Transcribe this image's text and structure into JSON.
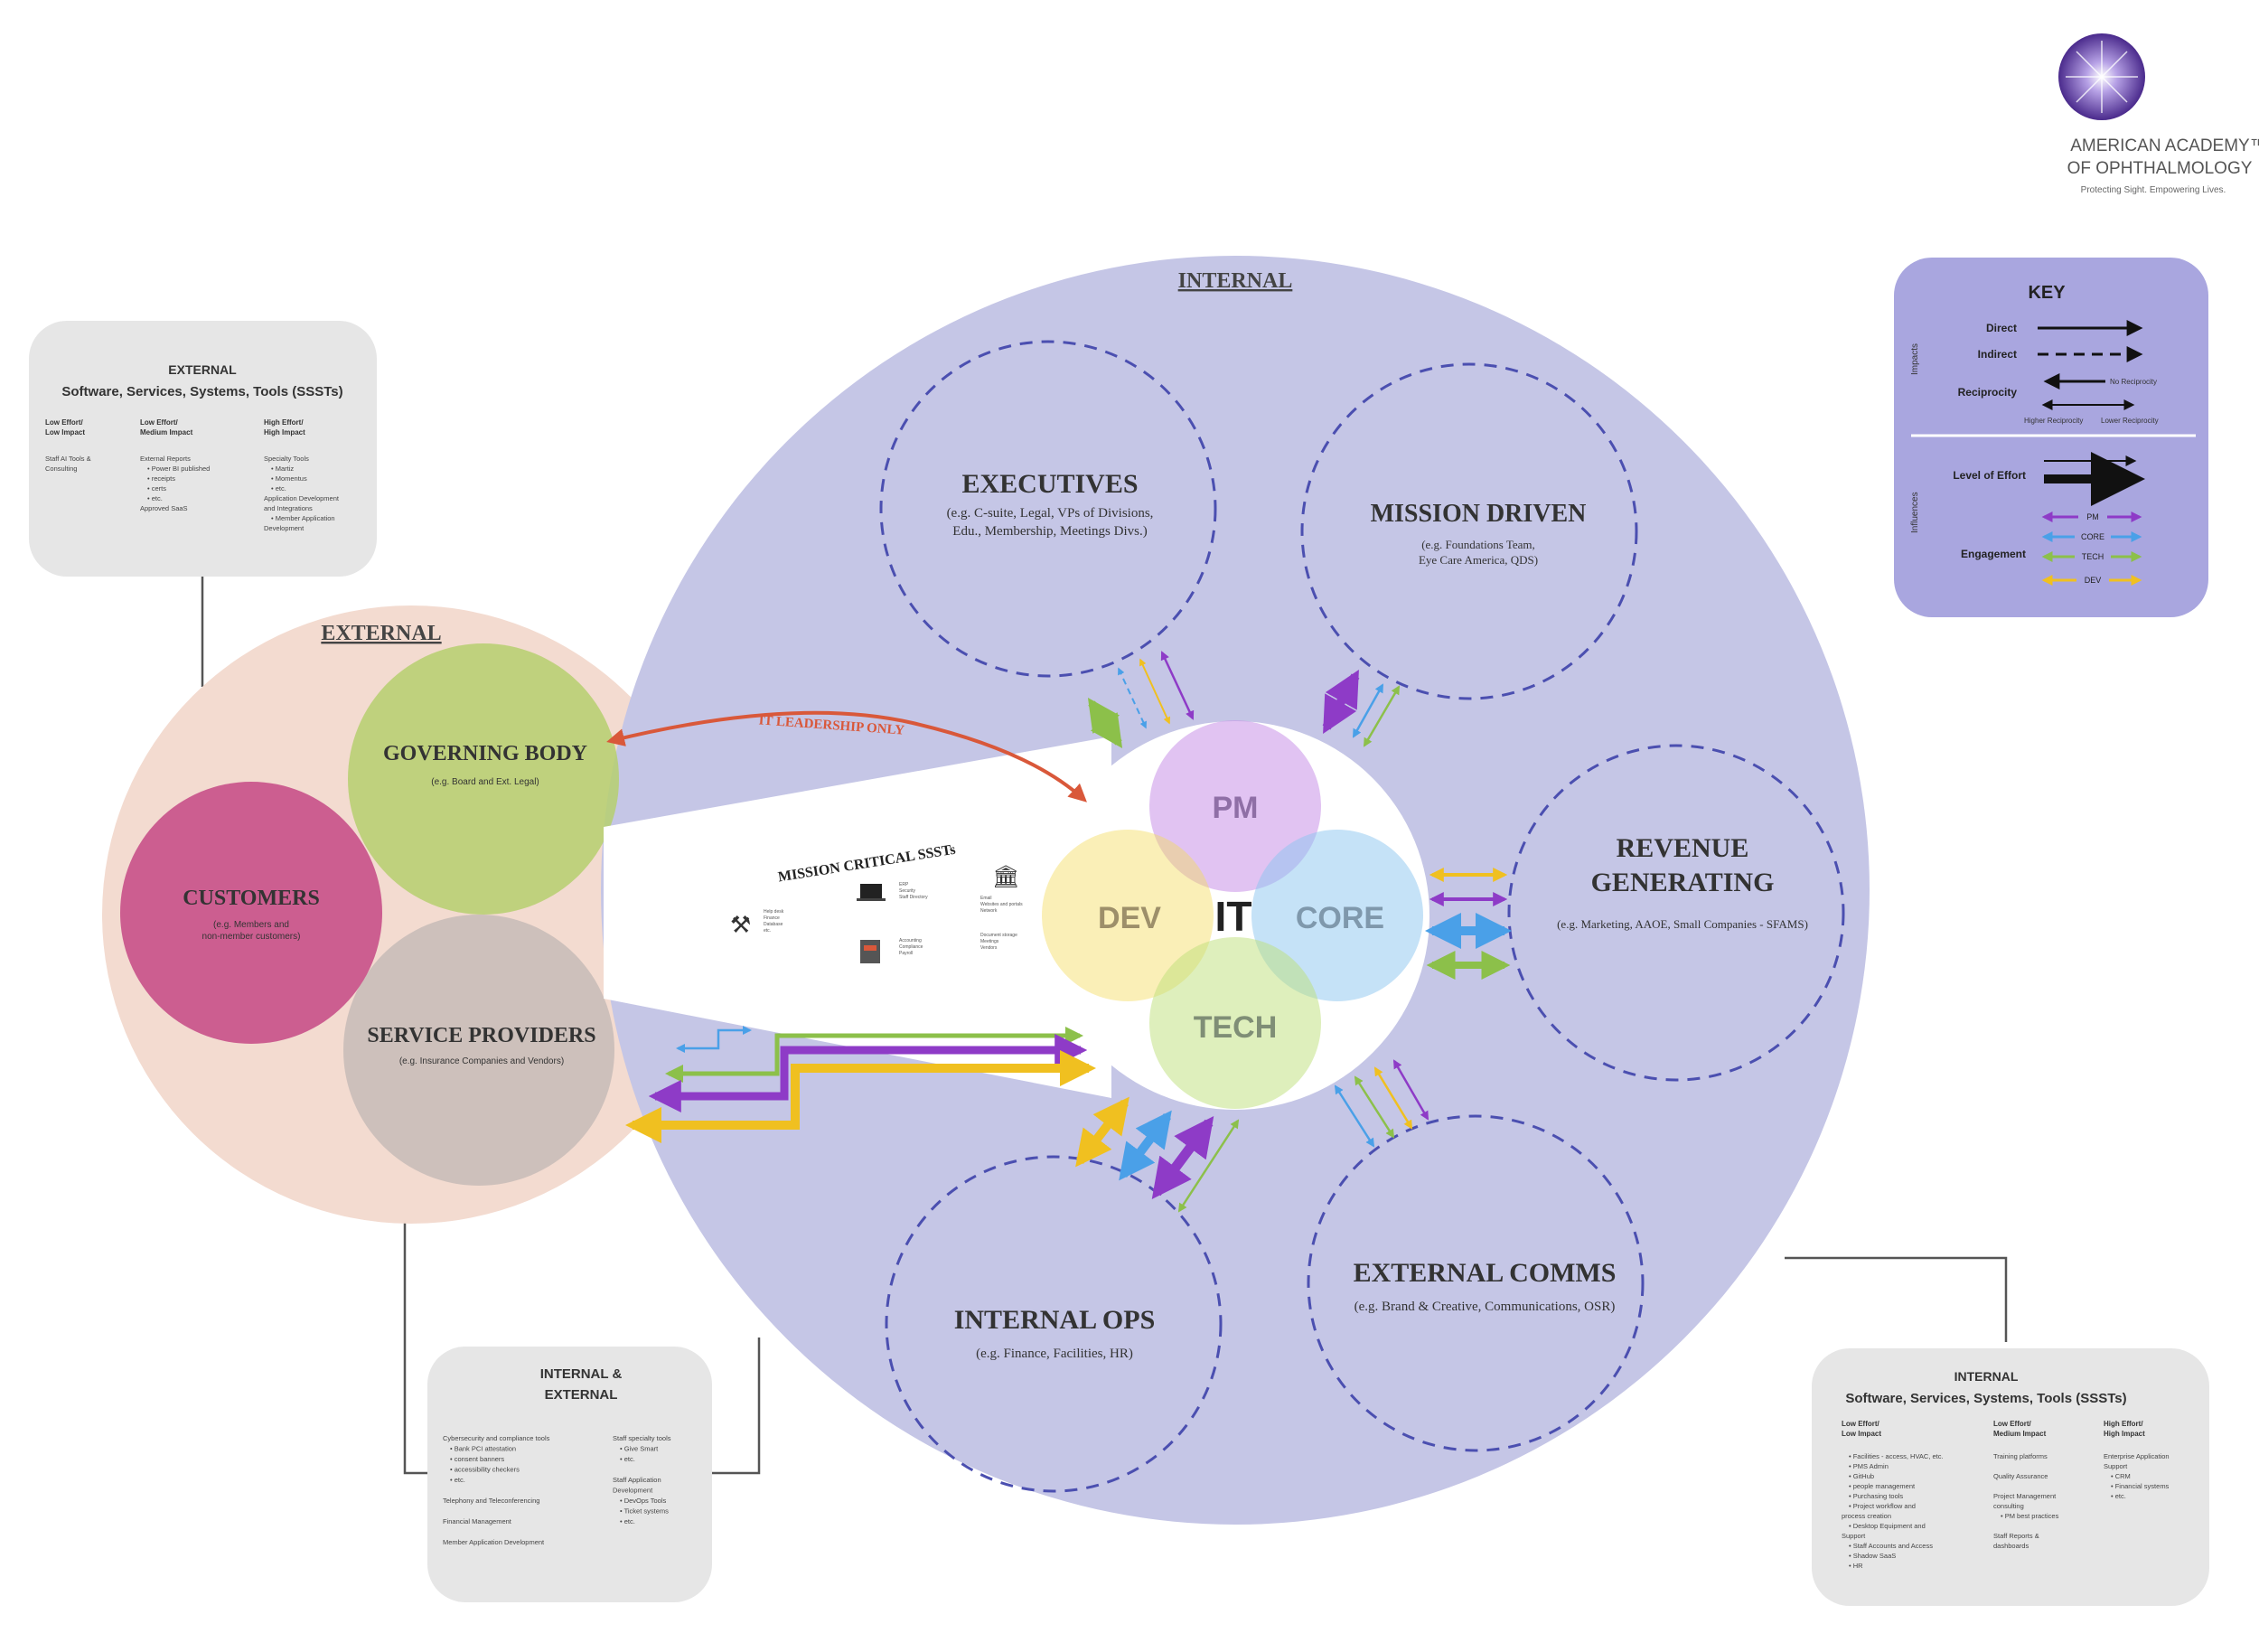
{
  "logo": {
    "org_line1": "AMERICAN ACADEMY™",
    "org_line2": "OF OPHTHALMOLOGY",
    "tagline": "Protecting Sight. Empowering Lives."
  },
  "internal_title": "INTERNAL",
  "external_title": "EXTERNAL",
  "it_leadership_label": "IT LEADERSHIP ONLY",
  "mission_critical_label": "MISSION CRITICAL SSSTs",
  "mission_critical_items": [
    "Help desk",
    "ERP",
    "Accounting",
    "Email",
    "Document storage",
    "Finance",
    "Security",
    "Compliance",
    "Websites and portals",
    "Meetings",
    "Database",
    "Staff Directory",
    "Payroll",
    "Network",
    "Vendors",
    "etc."
  ],
  "groups": {
    "executives": {
      "title": "EXECUTIVES",
      "line1": "(e.g. C-suite, Legal, VPs of Divisions,",
      "line2": "Edu., Membership, Meetings Divs.)"
    },
    "mission_driven": {
      "title": "MISSION DRIVEN",
      "line1": "(e.g. Foundations Team,",
      "line2": "Eye Care America, QDS)"
    },
    "revenue": {
      "title_line1": "REVENUE",
      "title_line2": "GENERATING",
      "line1": "(e.g. Marketing, AAOE, Small Companies - SFAMS)"
    },
    "external_comms": {
      "title": "EXTERNAL COMMS",
      "line1": "(e.g. Brand & Creative, Communications, OSR)"
    },
    "internal_ops": {
      "title": "INTERNAL OPS",
      "line1": "(e.g. Finance, Facilities, HR)"
    }
  },
  "external_groups": {
    "governing_body": {
      "title": "GOVERNING BODY",
      "sub": "(e.g. Board and Ext. Legal)"
    },
    "customers": {
      "title": "CUSTOMERS",
      "sub1": "(e.g. Members and",
      "sub2": "non-member customers)"
    },
    "service_providers": {
      "title": "SERVICE PROVIDERS",
      "sub": "(e.g. Insurance Companies and Vendors)"
    }
  },
  "it_core": {
    "center": "IT",
    "pm": "PM",
    "dev": "DEV",
    "core": "CORE",
    "tech": "TECH"
  },
  "key": {
    "title": "KEY",
    "impacts_label": "Impacts",
    "influences_label": "Influences",
    "direct": "Direct",
    "indirect": "Indirect",
    "reciprocity": "Reciprocity",
    "no_reciprocity": "No Reciprocity",
    "higher_reciprocity": "Higher Reciprocity",
    "lower_reciprocity": "Lower Reciprocity",
    "level_of_effort": "Level of Effort",
    "engagement": "Engagement",
    "pm": "PM",
    "core": "CORE",
    "tech": "TECH",
    "dev": "DEV"
  },
  "colors": {
    "internal_circle": "#c5c6e6",
    "external_circle": "#f3dbd0",
    "pm": "#8e3bc7",
    "core": "#4aa0e8",
    "tech": "#8cc04a",
    "dev": "#f0c020",
    "it_leadership": "#d9583a",
    "key_bg": "#a9a6df"
  },
  "box_external": {
    "title": "EXTERNAL",
    "subtitle": "Software, Services, Systems, Tools (SSSTs)",
    "col1_head1": "Low Effort/",
    "col1_head2": "Low Impact",
    "col2_head1": "Low Effort/",
    "col2_head2": "Medium Impact",
    "col3_head1": "High Effort/",
    "col3_head2": "High Impact",
    "col1_items": [
      "Staff AI Tools &",
      "Consulting"
    ],
    "col2_items": [
      "External Reports",
      "• Power BI published",
      "• receipts",
      "• certs",
      "• etc.",
      "Approved SaaS"
    ],
    "col3_items": [
      "Specialty Tools",
      "• Martiz",
      "• Momentus",
      "• etc.",
      "Application Development",
      "and Integrations",
      "• Member Application",
      "Development"
    ]
  },
  "box_int_ext": {
    "title1": "INTERNAL &",
    "title2": "EXTERNAL",
    "col1_items": [
      "Cybersecurity and compliance tools",
      "• Bank PCI attestation",
      "• consent banners",
      "• accessibility checkers",
      "• etc.",
      "",
      "Telephony and Teleconferencing",
      "",
      "Financial Management",
      "",
      "Member Application Development"
    ],
    "col2_items": [
      "Staff specialty tools",
      "• Give Smart",
      "• etc.",
      "",
      "Staff Application",
      "Development",
      "• DevOps Tools",
      "• Ticket systems",
      "• etc."
    ]
  },
  "box_internal": {
    "title": "INTERNAL",
    "subtitle": "Software, Services, Systems, Tools (SSSTs)",
    "col1_head1": "Low Effort/",
    "col1_head2": "Low Impact",
    "col2_head1": "Low Effort/",
    "col2_head2": "Medium Impact",
    "col3_head1": "High Effort/",
    "col3_head2": "High Impact",
    "col1_items": [
      "• Facilities - access, HVAC, etc.",
      "• PMS Admin",
      "• GitHub",
      "• people management",
      "• Purchasing tools",
      "• Project workflow and",
      "  process creation",
      "• Desktop Equipment and",
      "  Support",
      "• Staff Accounts and Access",
      "• Shadow SaaS",
      "• HR"
    ],
    "col2_items": [
      "Training platforms",
      "",
      "Quality Assurance",
      "",
      "Project Management",
      "consulting",
      "• PM best practices",
      "",
      "Staff Reports &",
      "dashboards"
    ],
    "col3_items": [
      "Enterprise Application",
      "Support",
      "• CRM",
      "• Financial systems",
      "• etc."
    ]
  }
}
